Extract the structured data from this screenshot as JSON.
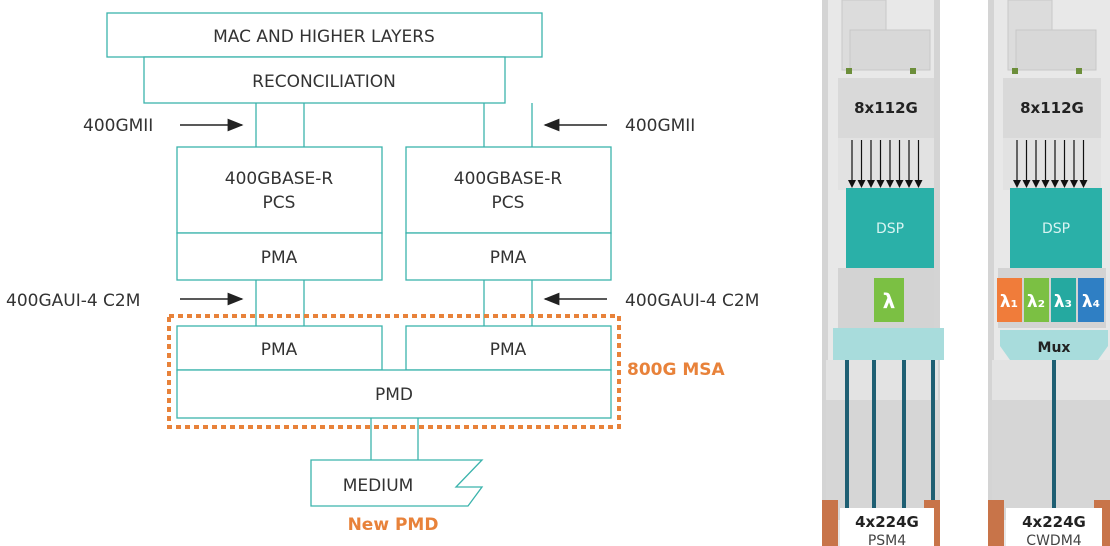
{
  "stack": {
    "mac": "MAC AND HIGHER LAYERS",
    "reconciliation": "RECONCILIATION",
    "gmii_left": "400GMII",
    "gmii_right": "400GMII",
    "pcs_left": [
      "400GBASE-R",
      "PCS"
    ],
    "pcs_right": [
      "400GBASE-R",
      "PCS"
    ],
    "pma_upper_left": "PMA",
    "pma_upper_right": "PMA",
    "aui_left": "400GAUI-4 C2M",
    "aui_right": "400GAUI-4 C2M",
    "pma_lower_left": "PMA",
    "pma_lower_right": "PMA",
    "pmd": "PMD",
    "medium": "MEDIUM",
    "msa_label": "800G MSA",
    "new_pmd_label": "New PMD"
  },
  "modules": {
    "psm4": {
      "electrical": "8x112G",
      "dsp": "DSP",
      "lambda": "λ",
      "optical": "4x224G",
      "name": "PSM4"
    },
    "cwdm4": {
      "electrical": "8x112G",
      "dsp": "DSP",
      "lambdas": [
        "λ₁",
        "λ₂",
        "λ₃",
        "λ₄"
      ],
      "mux": "Mux",
      "optical": "4x224G",
      "name": "CWDM4"
    }
  },
  "colors": {
    "line": "#3bb3ac",
    "orange": "#e8823a",
    "dsp": "#2ab0a8",
    "lambda_green": "#7bc043",
    "lambda_orange": "#f07c3a",
    "lambda_teal": "#25a9a0",
    "lambda_blue": "#2f7fc4",
    "mux": "#a8dcdc",
    "fiber": "#1f5f73",
    "copper": "#c87449",
    "module_body": "#e6e6e6"
  }
}
